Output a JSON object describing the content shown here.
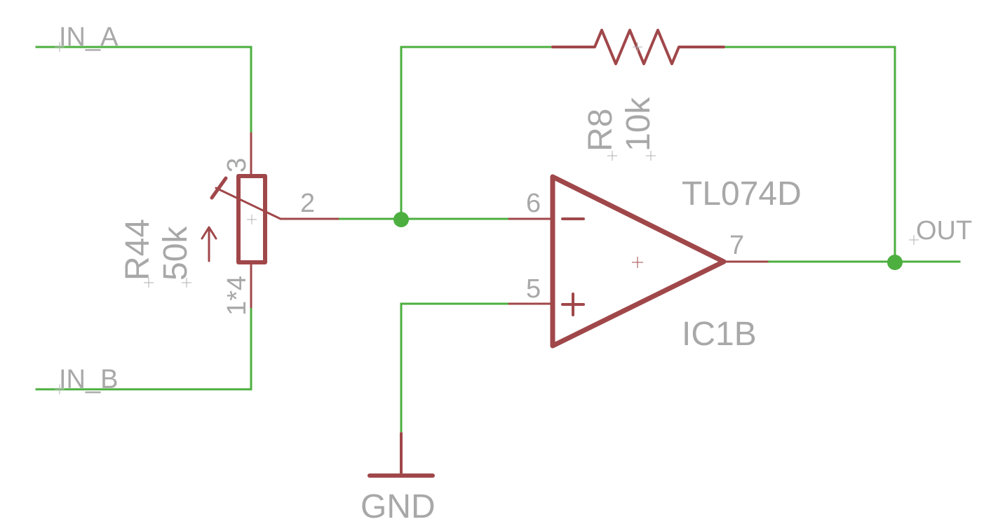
{
  "nets": {
    "in_a": "IN_A",
    "in_b": "IN_B",
    "out": "OUT",
    "gnd": "GND"
  },
  "potentiometer": {
    "name": "R44",
    "value": "50k",
    "pin_top": "3",
    "pin_wiper": "2",
    "pin_bottom": "1*4"
  },
  "feedback_resistor": {
    "name": "R8",
    "value": "10k"
  },
  "opamp": {
    "part": "TL074D",
    "name": "IC1B",
    "pin_inverting": "6",
    "pin_noninverting": "5",
    "pin_output": "7",
    "minus_symbol": "−",
    "plus_symbol": "+"
  },
  "colors": {
    "wire": "#4caf3f",
    "symbol": "#a0474a",
    "label": "#a8a8a8"
  }
}
